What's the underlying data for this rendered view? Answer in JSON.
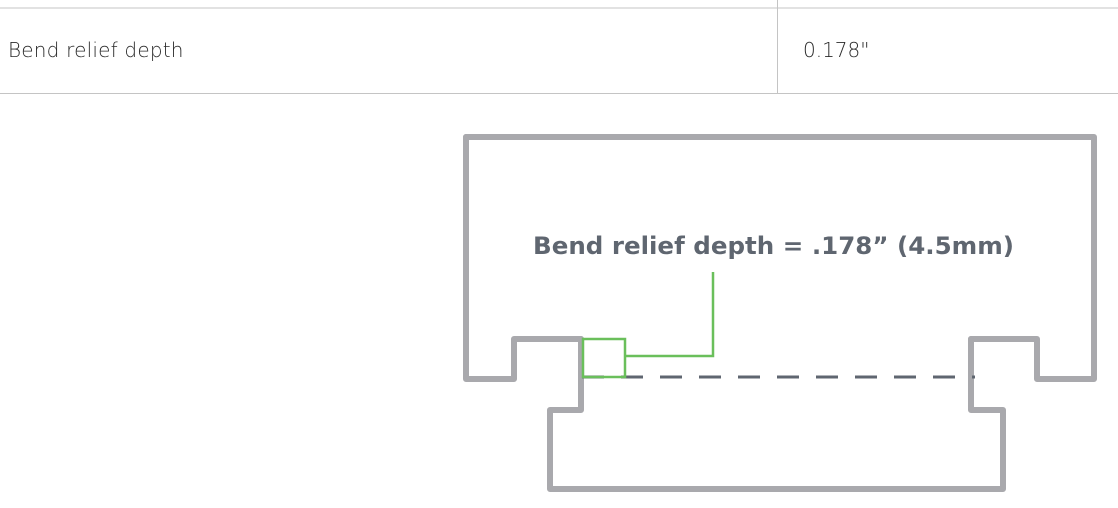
{
  "table": {
    "rows": [
      {
        "label": "Bend relief depth",
        "value": "0.178\""
      }
    ]
  },
  "diagram": {
    "annotation": "Bend relief depth = .178” (4.5mm)",
    "colors": {
      "outline": "#a9a9ad",
      "highlight": "#6abf5b",
      "dashed": "#5f6670",
      "label": "#5f6670"
    }
  }
}
